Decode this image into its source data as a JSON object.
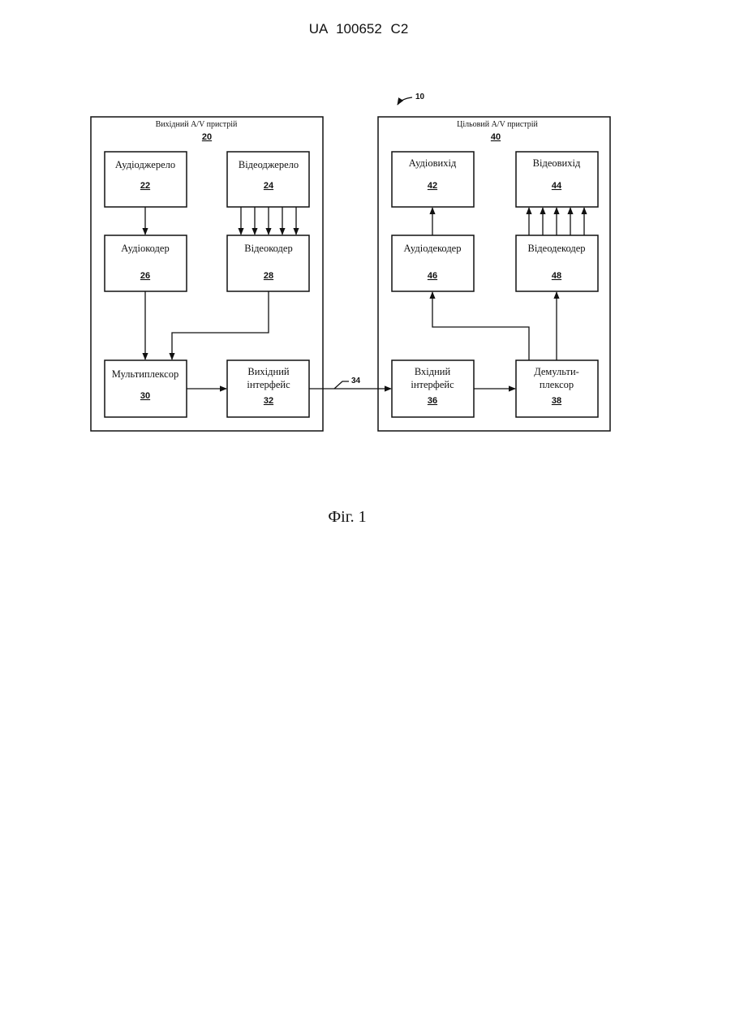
{
  "header": {
    "patent": "UA   100652   C2"
  },
  "diagram": {
    "ref_system": "10",
    "ref_link": "34",
    "source": {
      "title": "Вихідний A/V пристрій",
      "num": "20"
    },
    "dest": {
      "title": "Цільовий A/V пристрій",
      "num": "40"
    },
    "blocks": {
      "audio_source": {
        "line1": "Аудіоджерело",
        "num": "22"
      },
      "video_source": {
        "line1": "Відеоджерело",
        "num": "24"
      },
      "audio_encoder": {
        "line1": "Аудіокодер",
        "num": "26"
      },
      "video_encoder": {
        "line1": "Відеокодер",
        "num": "28"
      },
      "multiplexer": {
        "line1": "Мультиплексор",
        "num": "30"
      },
      "output_interface": {
        "line1": "Вихідний",
        "line2": "інтерфейс",
        "num": "32"
      },
      "input_interface": {
        "line1": "Вхідний",
        "line2": "інтерфейс",
        "num": "36"
      },
      "demultiplexer": {
        "line1": "Демульти-",
        "line2": "плексор",
        "num": "38"
      },
      "audio_output": {
        "line1": "Аудіовихід",
        "num": "42"
      },
      "video_output": {
        "line1": "Відеовихід",
        "num": "44"
      },
      "audio_decoder": {
        "line1": "Аудіодекодер",
        "num": "46"
      },
      "video_decoder": {
        "line1": "Відеодекодер",
        "num": "48"
      }
    }
  },
  "caption": "Фіг. 1"
}
